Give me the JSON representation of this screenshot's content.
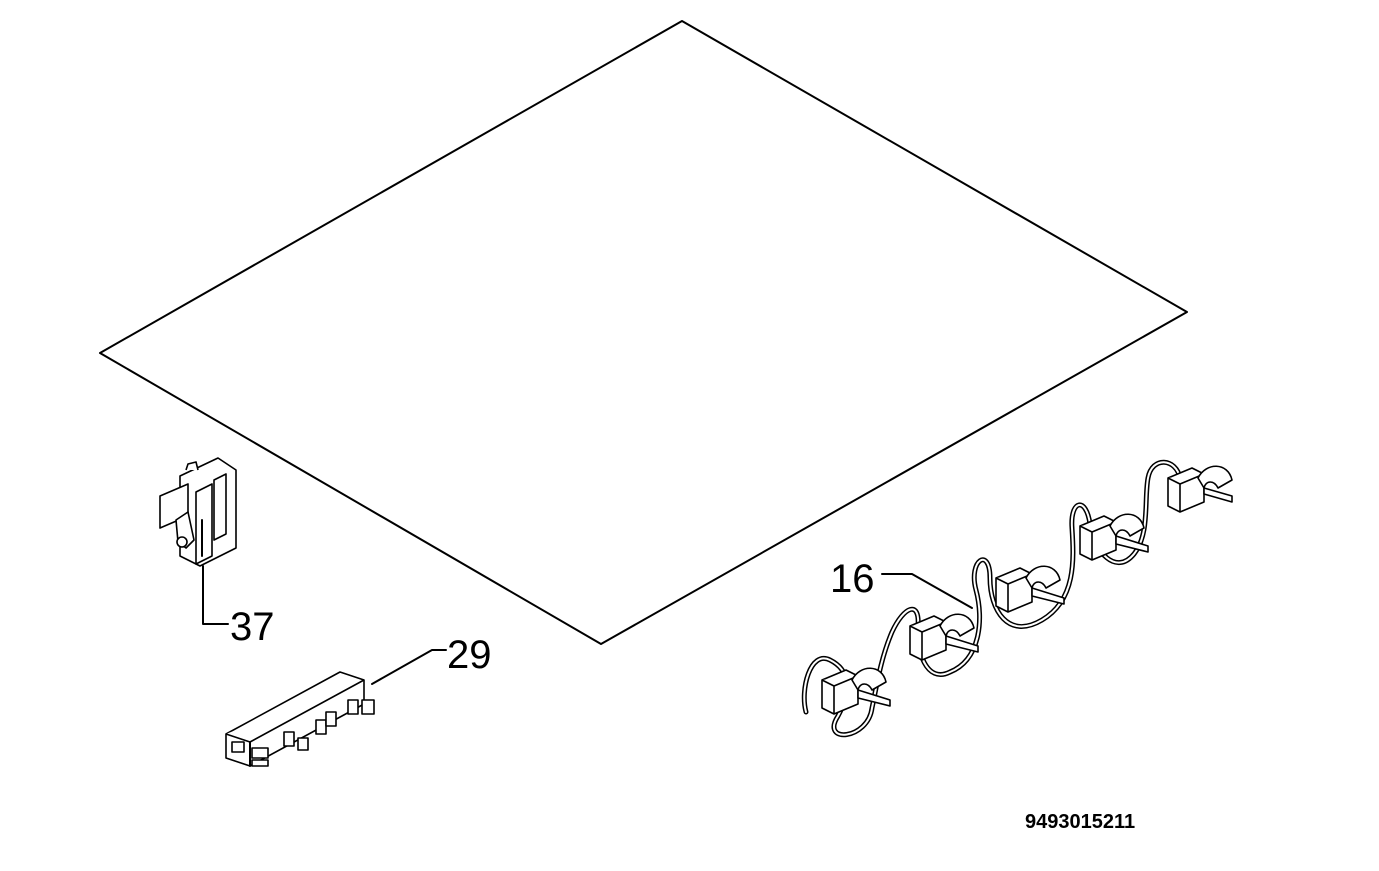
{
  "callouts": {
    "c16": "16",
    "c29": "29",
    "c37": "37"
  },
  "document_number": "9493015211",
  "colors": {
    "line": "#000000",
    "background": "#ffffff"
  }
}
